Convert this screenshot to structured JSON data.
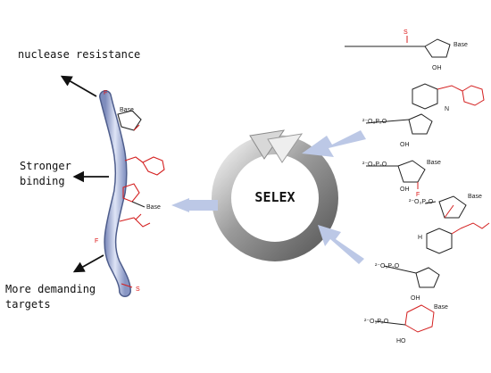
{
  "labels": {
    "nuclease": "nuclease resistance",
    "binding_line1": "Stronger",
    "binding_line2": "binding",
    "demanding_line1": "More demanding",
    "demanding_line2": "targets",
    "center": "SELEX"
  },
  "chem_text": {
    "base": "Base",
    "F": "F",
    "S": "S",
    "O": "O",
    "OH": "OH",
    "HO": "HO",
    "P": "P",
    "O_minus": "O",
    "N": "N",
    "H": "H",
    "phosphate": "²⁻O₃P₂O"
  },
  "colors": {
    "strand": "#aeb8d8",
    "strand_edge": "#5b6b98",
    "modification": "#d42020",
    "input_arrow": "#bcc8e6",
    "cycle_dark": "#6e6e6e",
    "cycle_light": "#e8e8e8"
  }
}
